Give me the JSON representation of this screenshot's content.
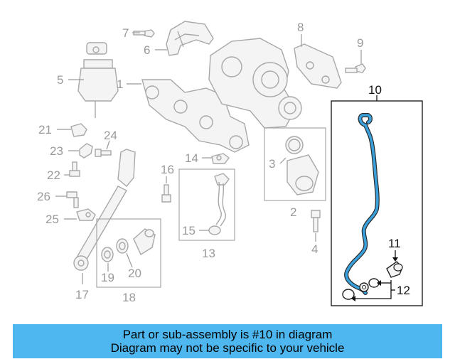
{
  "callouts": {
    "c1": "1",
    "c2": "2",
    "c3": "3",
    "c4": "4",
    "c5": "5",
    "c6": "6",
    "c7": "7",
    "c8": "8",
    "c9": "9",
    "c10": "10",
    "c11": "11",
    "c12": "12",
    "c13": "13",
    "c14": "14",
    "c15": "15",
    "c16": "16",
    "c17": "17",
    "c18": "18",
    "c19": "19",
    "c20": "20",
    "c21": "21",
    "c22": "22",
    "c23": "23",
    "c24": "24",
    "c25": "25",
    "c26": "26"
  },
  "banner": {
    "line1": "Part or sub-assembly is #10 in diagram",
    "line2": "Diagram may not be specific to your vehicle"
  },
  "colors": {
    "highlight_part": "#3aa0dc",
    "banner_bg": "#4fb7f0",
    "grey_line": "#a8a8a8"
  }
}
